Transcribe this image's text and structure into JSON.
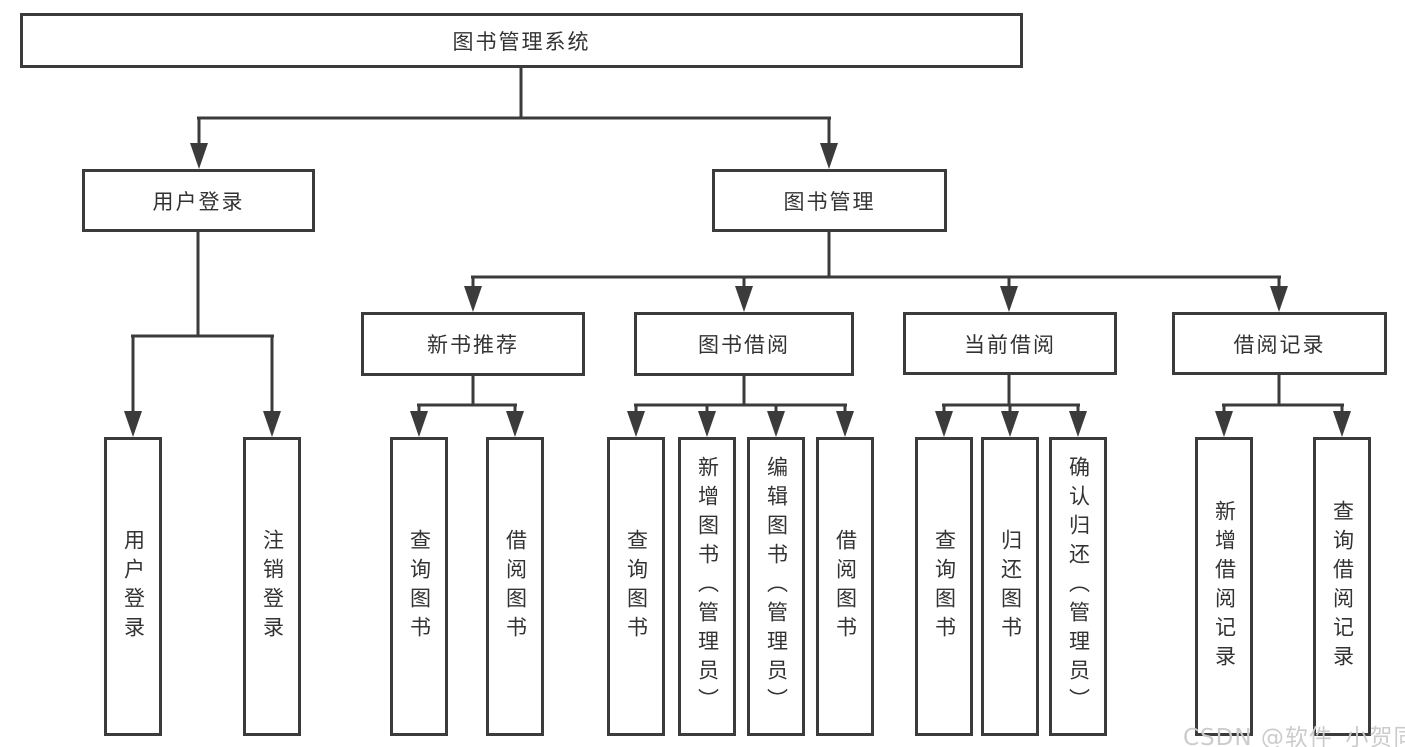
{
  "diagram": {
    "root": "图书管理系统",
    "level2": {
      "user_login": "用户登录",
      "book_management": "图书管理"
    },
    "level3": {
      "new_book_recommend": "新书推荐",
      "book_borrow": "图书借阅",
      "current_borrow": "当前借阅",
      "borrow_record": "借阅记录"
    },
    "level4": {
      "user_login": [
        "用户登录",
        "注销登录"
      ],
      "new_book_recommend": [
        "查询图书",
        "借阅图书"
      ],
      "book_borrow": [
        "查询图书",
        "新增图书（管理员）",
        "编辑图书（管理员）",
        "借阅图书"
      ],
      "current_borrow": [
        "查询图书",
        "归还图书",
        "确认归还（管理员）"
      ],
      "borrow_record": [
        "新增借阅记录",
        "查询借阅记录"
      ]
    }
  },
  "watermark": "CSDN @软件_小贺同学",
  "colors": {
    "line": "#3b3b3b",
    "text": "#333333",
    "watermark": "#cccccc",
    "background": "#ffffff"
  }
}
